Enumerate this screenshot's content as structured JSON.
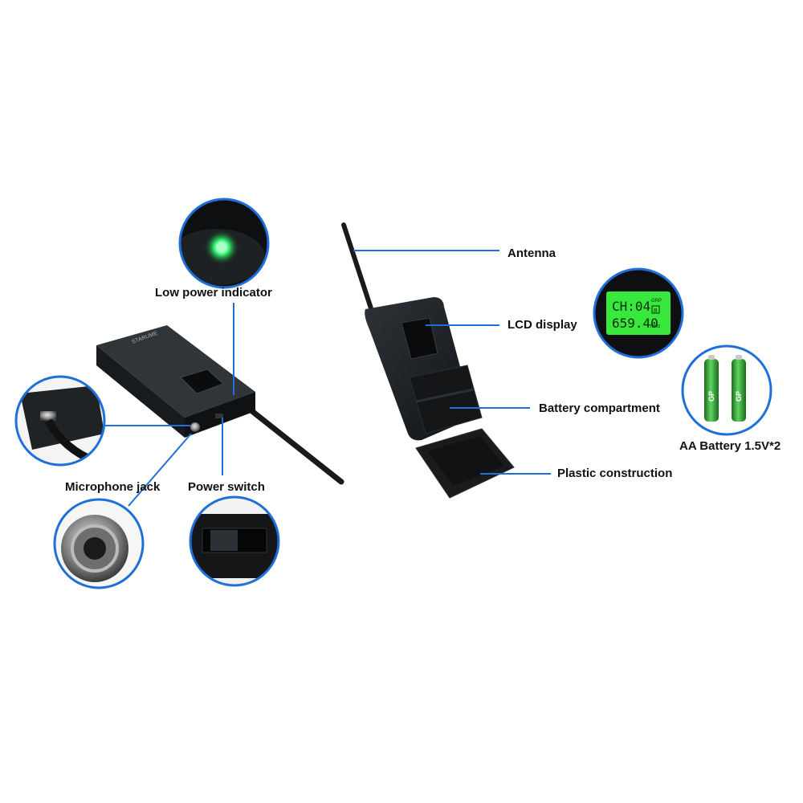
{
  "colors": {
    "accent": "#1e6fd9",
    "device_body": "#1c1f22",
    "lcd_green": "#39e83c",
    "led_green": "#3cff7a",
    "battery_green": "#2f9e2f"
  },
  "labels": {
    "low_power_indicator": "Low power indicator",
    "microphone_jack": "Microphone jack",
    "power_switch": "Power switch",
    "antenna": "Antenna",
    "lcd_display": "LCD display",
    "battery_compartment": "Battery compartment",
    "plastic_construction": "Plastic construction",
    "aa_battery": "AA Battery 1.5V*2"
  },
  "lcd": {
    "channel": "CH:04",
    "frequency": "659.40",
    "grp": "GRP",
    "grp_value": "B",
    "unit": "MHz"
  },
  "device": {
    "brand": "STARUME"
  },
  "battery": {
    "brand_mark": "GP"
  }
}
